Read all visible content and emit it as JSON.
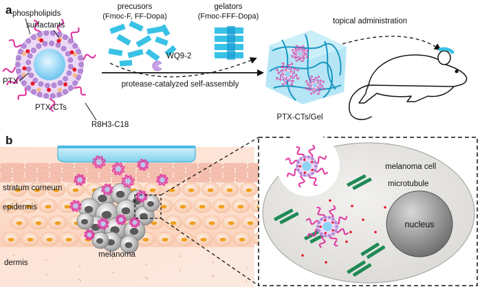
{
  "panel_a": {
    "letter": "a",
    "phospholipids": "phospholipids",
    "surfactants": "surfactants",
    "ptx": "PTX",
    "ptx_cts": "PTX-CTs",
    "r8h3": "R8H3-C18",
    "precursors_title": "precusors",
    "precursors_sub": "(Fmoc-F, FF-Dopa)",
    "gelators_title": "gelators",
    "gelators_sub": "(Fmoc-FFF-Dopa)",
    "enzyme": "WQ9-2",
    "process": "protease-catalyzed self-assembly",
    "gel_label": "PTX-CTs/Gel",
    "admin": "topical administration"
  },
  "panel_b": {
    "letter": "b",
    "stratum": "stratum corneum",
    "epidermis": "epidermis",
    "dermis": "dermis",
    "melanoma": "melanoma",
    "cell": "melanoma cell",
    "microtubule": "microtubule",
    "nucleus": "nucleus"
  },
  "colors": {
    "lipid_purple": "#b58ad6",
    "core_blue": "#8fd3f4",
    "ptx_red": "#e8142a",
    "peg_magenta": "#e03aa0",
    "cyan": "#39c2e6",
    "skin_peach": "#fbd7c4",
    "microtubule_green": "#1f8a55"
  }
}
